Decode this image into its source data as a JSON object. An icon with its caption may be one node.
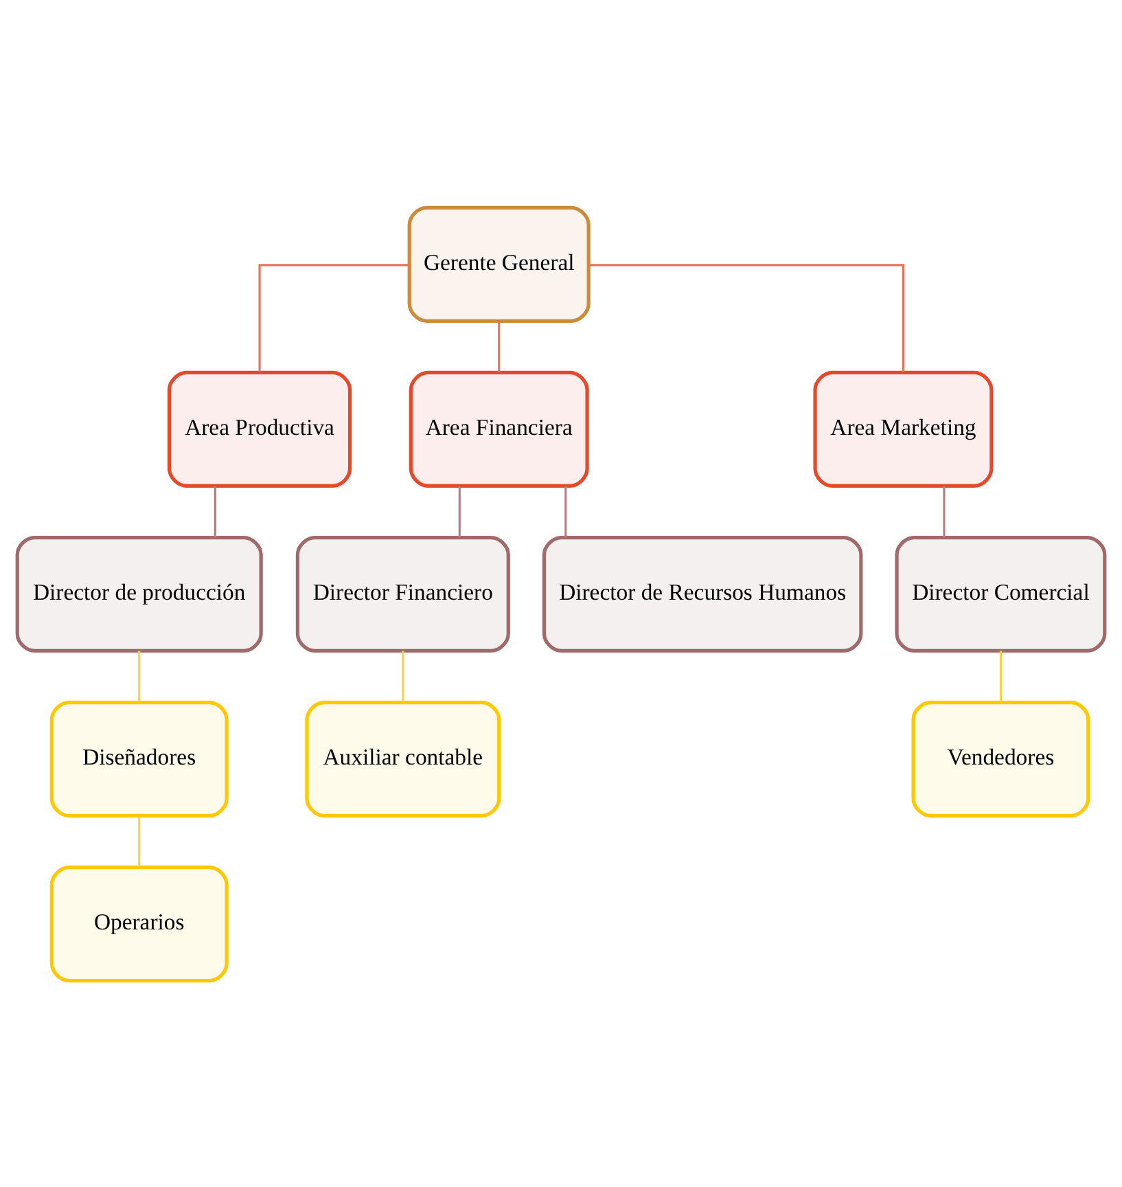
{
  "diagram": {
    "nodes": [
      {
        "text": [
          "Gerente General"
        ]
      },
      {
        "text": [
          "Area Productiva"
        ]
      },
      {
        "text": [
          "Area Financiera"
        ]
      },
      {
        "text": [
          "Area Marketing"
        ]
      },
      {
        "text": [
          "Director de producción"
        ]
      },
      {
        "text": [
          "Director Financiero"
        ]
      },
      {
        "text": [
          "Director de Recursos Humanos"
        ]
      },
      {
        "text": [
          "Director Comercial"
        ]
      },
      {
        "text": [
          "Diseñadores"
        ]
      },
      {
        "text": [
          "Auxiliar contable"
        ]
      },
      {
        "text": [
          "Vendedores"
        ]
      },
      {
        "text": [
          "Operarios"
        ]
      }
    ],
    "edges": [
      {
        "from": 0,
        "to": 1,
        "arrow": "none",
        "color": "#e8735a"
      },
      {
        "from": 0,
        "to": 2,
        "arrow": "none",
        "color": "#e8735a"
      },
      {
        "from": 0,
        "to": 3,
        "arrow": "none",
        "color": "#e8735a"
      },
      {
        "from": 1,
        "to": 4,
        "arrow": "none",
        "color": "#b08080"
      },
      {
        "from": 2,
        "to": 5,
        "arrow": "none",
        "color": "#b08080"
      },
      {
        "from": 2,
        "to": 6,
        "arrow": "none",
        "color": "#b08080"
      },
      {
        "from": 3,
        "to": 7,
        "arrow": "none",
        "color": "#b08080"
      },
      {
        "from": 4,
        "to": 8,
        "arrow": "none",
        "color": "#ffd040"
      },
      {
        "from": 5,
        "to": 9,
        "arrow": "none",
        "color": "#ffd040"
      },
      {
        "from": 7,
        "to": 10,
        "arrow": "none",
        "color": "#ffd040"
      },
      {
        "from": 8,
        "to": 11,
        "arrow": "none",
        "color": "#ffd040"
      }
    ]
  }
}
